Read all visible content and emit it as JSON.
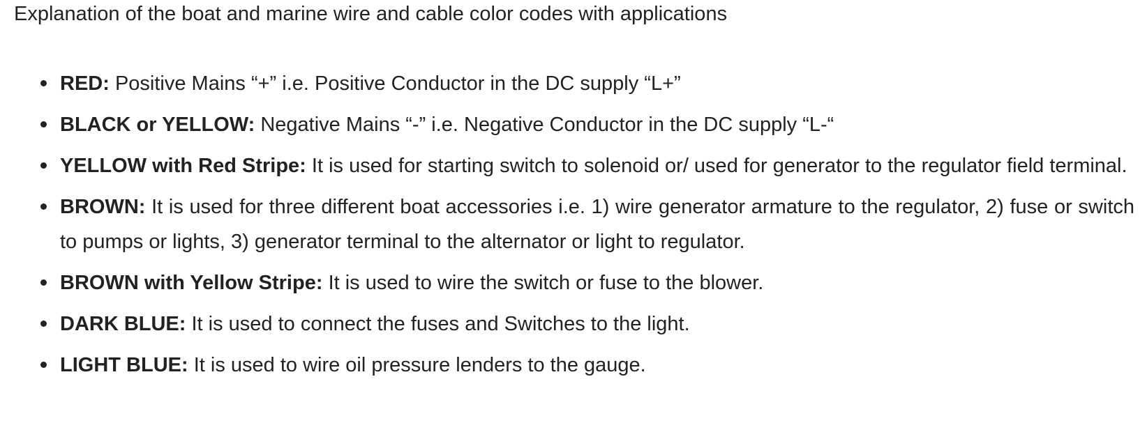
{
  "intro": "Explanation of the boat and marine wire and cable color codes with applications",
  "items": [
    {
      "term": "RED:",
      "description": "Positive Mains “+” i.e. Positive Conductor in the DC supply “L+”"
    },
    {
      "term": "BLACK or YELLOW:",
      "description": "Negative Mains “-” i.e. Negative Conductor in the DC supply “L-“"
    },
    {
      "term": "YELLOW with Red Stripe:",
      "description": "It is used for starting switch to solenoid or/ used for  generator to the regulator field terminal."
    },
    {
      "term": "BROWN:",
      "description": "It is used for three different boat accessories i.e. 1) wire generator armature to the regulator, 2) fuse or switch to pumps or lights,  3) generator terminal to the alternator or light to regulator."
    },
    {
      "term": "BROWN with Yellow Stripe:",
      "description": "It is used to wire the switch or fuse to the blower."
    },
    {
      "term": "DARK BLUE:",
      "description": "It is used to connect the fuses and Switches to the light."
    },
    {
      "term": "LIGHT BLUE:",
      "description": "It is used to wire oil pressure lenders to the gauge."
    }
  ]
}
